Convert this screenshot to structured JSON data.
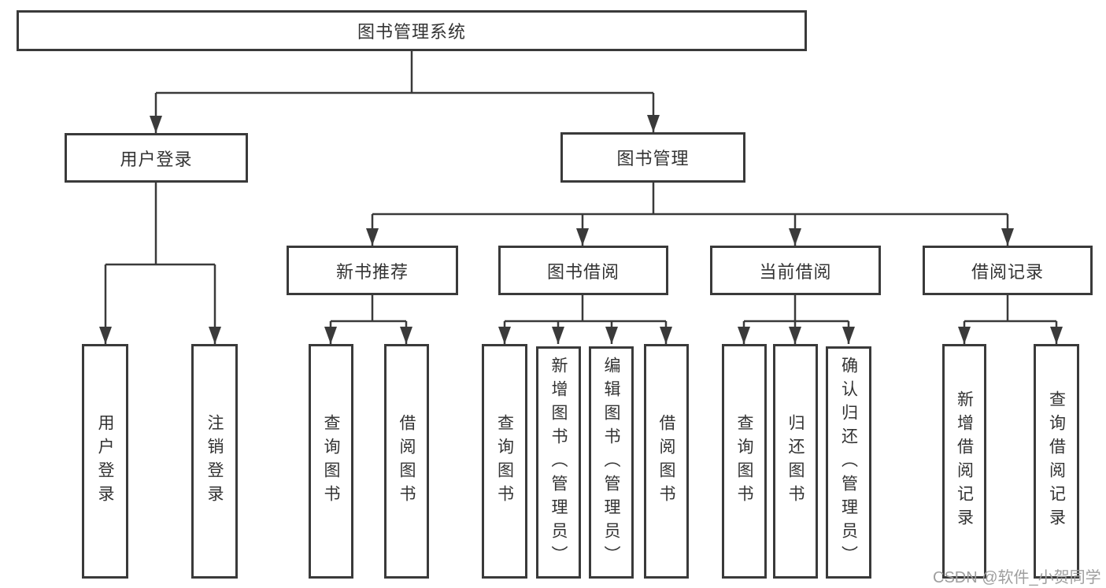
{
  "diagram_type": "hierarchy-tree",
  "colors": {
    "line": "#3a3a3a",
    "node_border": "#3a3a3a",
    "text": "#333333",
    "background": "#ffffff",
    "watermark": "#9e9e9e"
  },
  "watermark": "CSDN @软件_小贺同学",
  "tree": {
    "label": "图书管理系统",
    "children": [
      {
        "label": "用户登录",
        "children": [
          {
            "label": "用户登录"
          },
          {
            "label": "注销登录"
          }
        ]
      },
      {
        "label": "图书管理",
        "children": [
          {
            "label": "新书推荐",
            "children": [
              {
                "label": "查询图书"
              },
              {
                "label": "借阅图书"
              }
            ]
          },
          {
            "label": "图书借阅",
            "children": [
              {
                "label": "查询图书"
              },
              {
                "label": "新增图书（管理员）"
              },
              {
                "label": "编辑图书（管理员）"
              },
              {
                "label": "借阅图书"
              }
            ]
          },
          {
            "label": "当前借阅",
            "children": [
              {
                "label": "查询图书"
              },
              {
                "label": "归还图书"
              },
              {
                "label": "确认归还（管理员）"
              }
            ]
          },
          {
            "label": "借阅记录",
            "children": [
              {
                "label": "新增借阅记录"
              },
              {
                "label": "查询借阅记录"
              }
            ]
          }
        ]
      }
    ]
  }
}
